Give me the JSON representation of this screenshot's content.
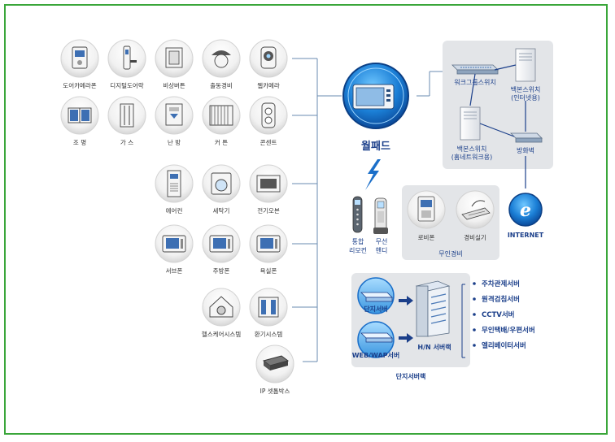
{
  "devices": [
    {
      "label": "도어카메라폰",
      "icon": "door-camera-phone-icon"
    },
    {
      "label": "디지털도어락",
      "icon": "digital-door-lock-icon"
    },
    {
      "label": "비상버튼",
      "icon": "emergency-button-icon"
    },
    {
      "label": "출동경비",
      "icon": "security-guard-icon"
    },
    {
      "label": "웹카메라",
      "icon": "web-camera-icon"
    },
    {
      "label": "조 명",
      "icon": "lighting-icon"
    },
    {
      "label": "가 스",
      "icon": "gas-icon"
    },
    {
      "label": "난 방",
      "icon": "heating-icon"
    },
    {
      "label": "커 튼",
      "icon": "curtain-icon"
    },
    {
      "label": "콘센트",
      "icon": "outlet-icon"
    },
    {
      "label": "에어컨",
      "icon": "air-conditioner-icon"
    },
    {
      "label": "세탁기",
      "icon": "washing-machine-icon"
    },
    {
      "label": "전기오븐",
      "icon": "electric-oven-icon"
    },
    {
      "label": "서브폰",
      "icon": "sub-phone-icon"
    },
    {
      "label": "주방폰",
      "icon": "kitchen-phone-icon"
    },
    {
      "label": "욕실폰",
      "icon": "bathroom-phone-icon"
    },
    {
      "label": "헬스케어시스템",
      "icon": "healthcare-system-icon"
    },
    {
      "label": "환기시스템",
      "icon": "ventilation-system-icon"
    },
    {
      "label": "IP 셋톱박스",
      "icon": "ip-settop-box-icon"
    }
  ],
  "wallpad": {
    "label": "월패드"
  },
  "remote": {
    "label_line1": "통합",
    "label_line2": "리모컨"
  },
  "handy": {
    "label_line1": "무선",
    "label_line2": "핸디"
  },
  "network": {
    "workgroup_switch": "워크그룹스위치",
    "backbone_internet_line1": "백본스위치",
    "backbone_internet_line2": "(인터넷용)",
    "backbone_home_line1": "백본스위치",
    "backbone_home_line2": "(홈네트워크용)",
    "firewall": "방화벽",
    "internet": "INTERNET"
  },
  "unmanned": {
    "lobby_phone": "로비폰",
    "guard_room": "경비실기",
    "title": "무인경비"
  },
  "server_rack": {
    "danji_server": "단지서버",
    "web_wap_server": "WEB/WAP서버",
    "hn_rack": "H/N 서버랙",
    "title": "단지서버랙"
  },
  "server_list": [
    "주차관제서버",
    "원격검침서버",
    "CCTV서버",
    "무인택배/우편서버",
    "엘리베이터서버"
  ]
}
